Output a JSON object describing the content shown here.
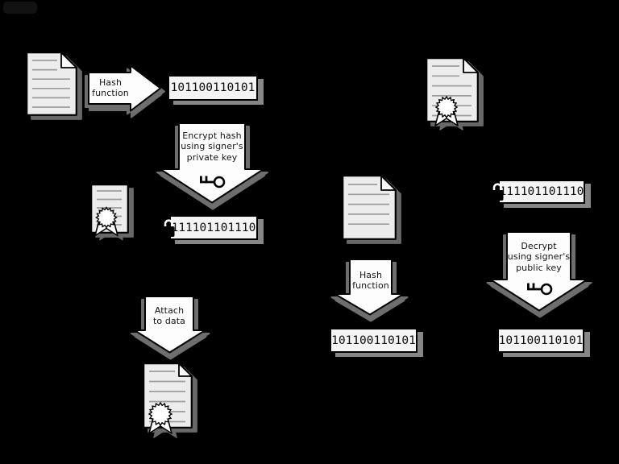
{
  "colors": {
    "background": "#000000",
    "document_fill": "#ececec",
    "arrow_fill": "#fdfdfd",
    "box_fill": "#f4f4f4",
    "outline": "#000000",
    "shadow": "#6e6e6e",
    "doc_line": "#9c9c9c"
  },
  "icons": {
    "key": "key-icon",
    "padlock": "padlock-icon",
    "seal": "rosette-seal-icon"
  },
  "signing": {
    "hash_arrow": {
      "lines": [
        "Hash",
        "function"
      ]
    },
    "hash_value": "101100110101",
    "encrypt_arrow": {
      "lines": [
        "Encrypt hash",
        "using signer's",
        "private key"
      ]
    },
    "encrypted_hash": "111101101110",
    "attach_arrow": {
      "lines": [
        "Attach",
        "to data"
      ]
    }
  },
  "verification": {
    "hash_arrow": {
      "lines": [
        "Hash",
        "function"
      ]
    },
    "hash_value": "101100110101",
    "encrypted_hash": "111101101110",
    "decrypt_arrow": {
      "lines": [
        "Decrypt",
        "using signer's",
        "public key"
      ]
    },
    "decrypted_hash": "101100110101"
  }
}
